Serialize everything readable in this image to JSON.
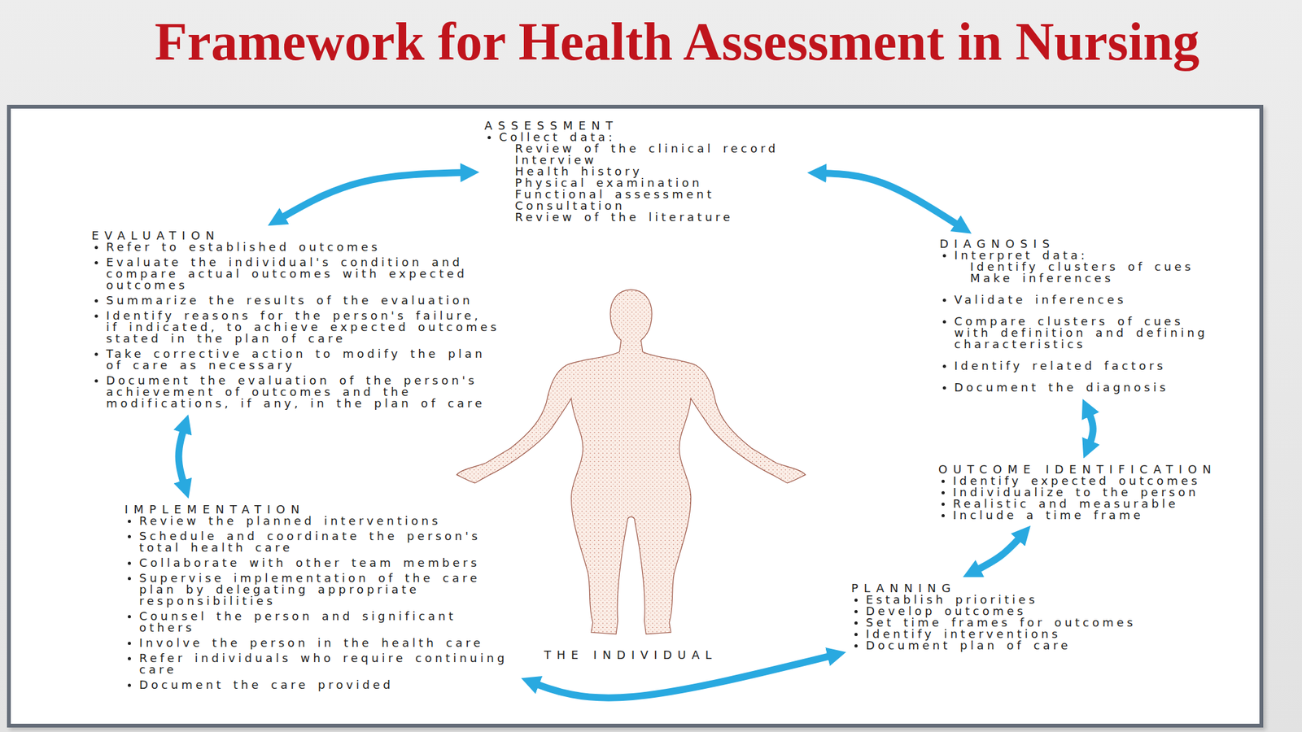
{
  "diagram": {
    "title": "Framework for Health Assessment in Nursing",
    "nodes": [
      {
        "text": [
          "ASSESSMENT",
          "Collect data:",
          "Review of the clinical record",
          "Interview",
          "Health history",
          "Physical examination",
          "Functional assessment",
          "Consultation",
          "Review of the literature"
        ]
      },
      {
        "text": [
          "DIAGNOSIS",
          "Interpret data:",
          "Identify clusters of cues",
          "Make inferences",
          "Validate inferences",
          "Compare clusters of cues with definition and defining characteristics",
          "Identify related factors",
          "Document the diagnosis"
        ]
      },
      {
        "text": [
          "OUTCOME IDENTIFICATION",
          "Identify expected outcomes",
          "Individualize to the person",
          "Realistic and measurable",
          "Include a time frame"
        ]
      },
      {
        "text": [
          "PLANNING",
          "Establish priorities",
          "Develop outcomes",
          "Set time frames for outcomes",
          "Identify interventions",
          "Document plan of care"
        ]
      },
      {
        "text": [
          "IMPLEMENTATION",
          "Review the planned interventions",
          "Schedule and coordinate the person's total health care",
          "Collaborate with other team members",
          "Supervise implementation of the care plan by delegating appropriate responsibilities",
          "Counsel the person and significant others",
          "Involve the person in the health care",
          "Refer individuals who require continuing care",
          "Document the care provided"
        ]
      },
      {
        "text": [
          "EVALUATION",
          "Refer to established outcomes",
          "Evaluate the individual's condition and compare actual outcomes with expected outcomes",
          "Summarize the results of the evaluation",
          "Identify reasons for the person's failure, if indicated, to achieve expected outcomes stated in the plan of care",
          "Take corrective action to modify the plan of care as necessary",
          "Document the evaluation of the person's achievement of outcomes and the modifications, if any, in the plan of care"
        ]
      }
    ],
    "edges": [
      {
        "from": 0,
        "to": 1,
        "arrow": "both"
      },
      {
        "from": 1,
        "to": 2,
        "arrow": "both"
      },
      {
        "from": 2,
        "to": 3,
        "arrow": "both"
      },
      {
        "from": 3,
        "to": 4,
        "arrow": "both"
      },
      {
        "from": 4,
        "to": 5,
        "arrow": "both"
      },
      {
        "from": 5,
        "to": 0,
        "arrow": "both"
      }
    ],
    "labels": [
      "THE INDIVIDUAL"
    ]
  }
}
